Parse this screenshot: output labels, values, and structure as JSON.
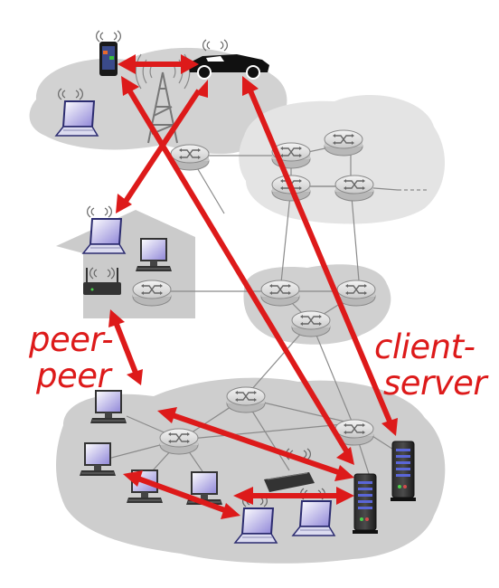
{
  "labels": {
    "peer_peer": [
      "peer-",
      "peer"
    ],
    "client_server": [
      "client-",
      "server"
    ]
  },
  "colors": {
    "arrow": "#dd1a1a",
    "cloud": "#cfcfcf",
    "cloud_light": "#e6e6e6",
    "house": "#cbcbcb",
    "router": "#e9e9e9",
    "link": "#8a8a8a"
  },
  "icons": [
    "smartphone-icon",
    "car-icon",
    "cell-tower-icon",
    "laptop-icon",
    "desktop-computer-icon",
    "wireless-router-icon",
    "router-icon",
    "server-icon",
    "wireless-signal-icon"
  ]
}
